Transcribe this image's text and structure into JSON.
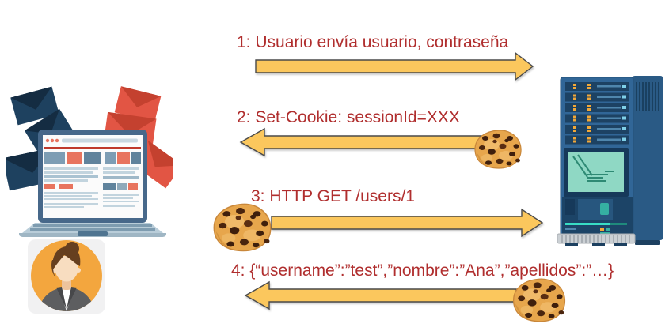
{
  "colors": {
    "background": "#ffffff",
    "message_text": "#b02e2e",
    "arrow_fill": "#fbc75d",
    "arrow_stroke": "#4a4a4a"
  },
  "messages": [
    {
      "label": "1: Usuario envía usuario, contraseña",
      "direction": "right",
      "cookie": "none"
    },
    {
      "label": "2: Set-Cookie: sessionId=XXX",
      "direction": "left",
      "cookie": "right-end"
    },
    {
      "label": "3: HTTP GET /users/1",
      "direction": "right",
      "cookie": "left-end"
    },
    {
      "label": "4: {“username”:”test”,”nombre”:”Ana”,”apellidos”:”…}",
      "direction": "left",
      "cookie": "right-end"
    }
  ],
  "icons": {
    "client": "laptop-with-emails-illustration",
    "avatar": "business-woman-avatar",
    "server": "server-tower-illustration",
    "cookie": "cookie-icon",
    "arrow_right": "arrow-right-icon",
    "arrow_left": "arrow-left-icon"
  }
}
